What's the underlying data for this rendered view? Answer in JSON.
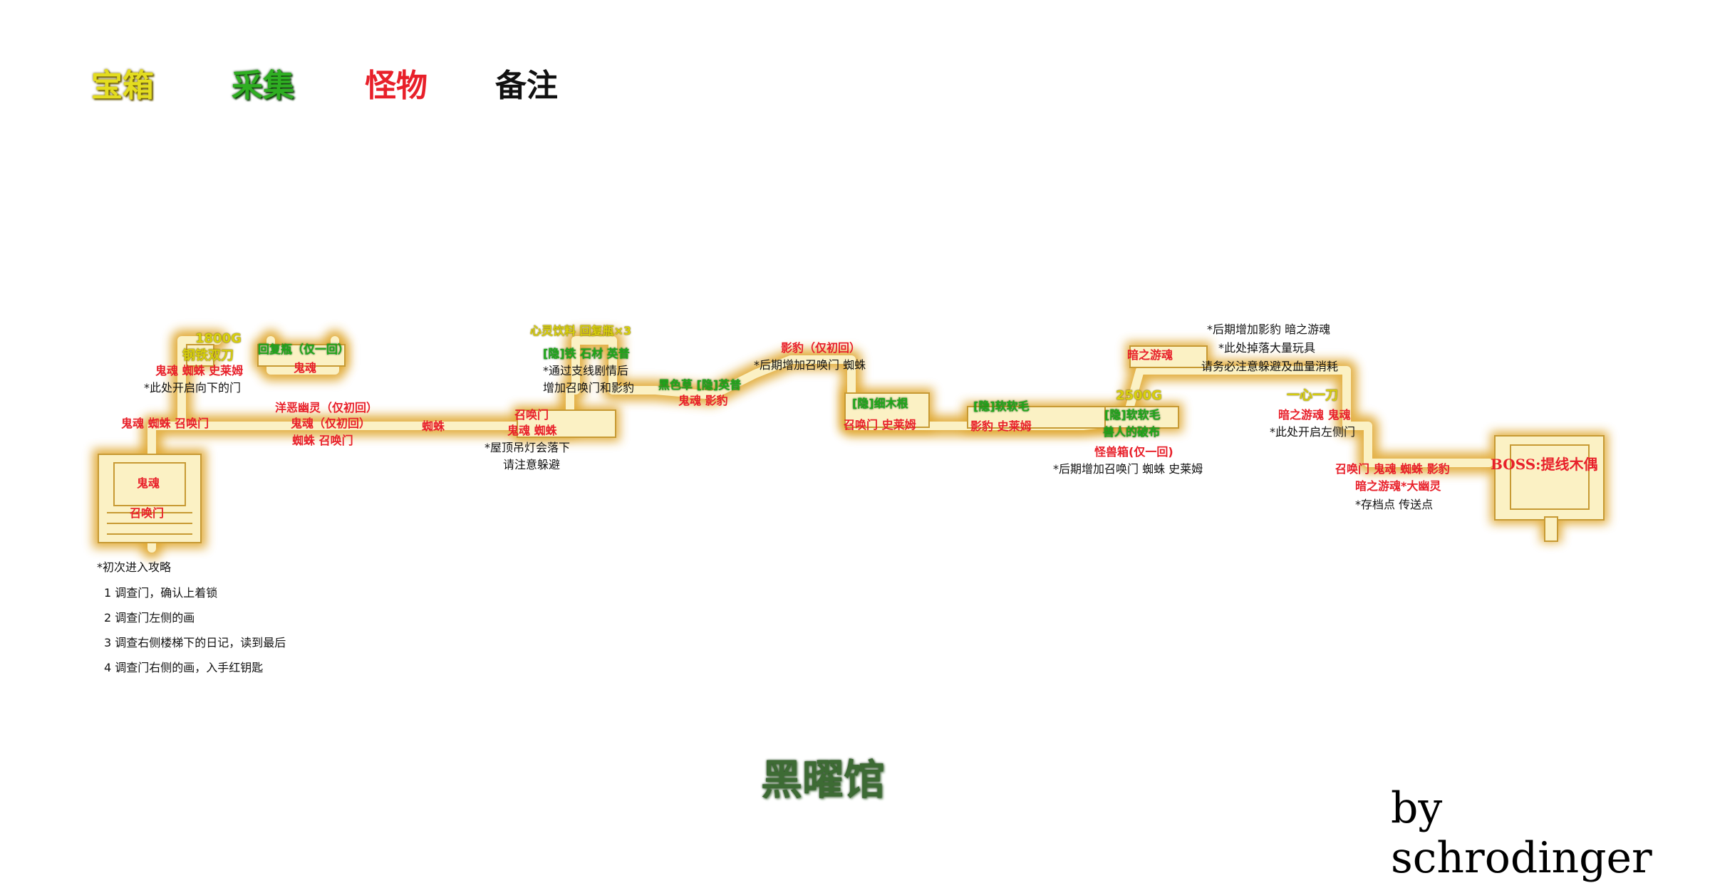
{
  "legend": {
    "chest": "宝箱",
    "gather": "采集",
    "monster": "怪物",
    "note": "备注"
  },
  "colors": {
    "chest": "#e3dc20",
    "gather": "#2fae22",
    "monster": "#e8202a",
    "note": "#111111",
    "path_glow": "#f0c040",
    "path_fill": "#fbf1c4"
  },
  "map_title": "黑曜馆",
  "credit": "by schrodinger",
  "labels": {
    "a1": "1800G",
    "a2": "钢铁双刀",
    "a3": "回复瓶（仅一回）",
    "a4": "鬼魂",
    "a5": "鬼魂 蜘蛛 史莱姆",
    "a6": "*此处开启向下的门",
    "a7": "鬼魂 蜘蛛 召唤门",
    "a8": "洋恶幽灵（仅初回）",
    "a9": "鬼魂（仅初回）",
    "a10": "蜘蛛 召唤门",
    "a11": "蜘蛛",
    "a12": "鬼魂",
    "a13": "召唤门",
    "b1": "心灵饮料 回复瓶×3",
    "b2": "[隐]铁 石材 英普",
    "b3": "*通过支线剧情后",
    "b4": "增加召唤门和影豹",
    "b5": "召唤门",
    "b6": "鬼魂 蜘蛛",
    "b7": "*屋顶吊灯会落下",
    "b8": "请注意躲避",
    "c1": "影豹（仅初回）",
    "c2": "*后期增加召唤门 蜘蛛",
    "c3": "黑色草 [隐]英普",
    "c4": "鬼魂 影豹",
    "d1": "[隐]细木根",
    "d2": "召唤门 史莱姆",
    "d3": "[隐]软软毛",
    "d4": "影豹 史莱姆",
    "e1": "暗之游魂",
    "e2": "2500G",
    "e3": "[隐]软软毛",
    "e4": "兽人的破布",
    "e5": "怪兽箱(仅一回)",
    "e6": "*后期增加召唤门 蜘蛛 史莱姆",
    "f1": "*后期增加影豹 暗之游魂",
    "f2": "*此处掉落大量玩具",
    "f3": "请务必注意躲避及血量消耗",
    "f4": "一心一刀",
    "f5": "暗之游魂 鬼魂",
    "f6": "*此处开启左侧门",
    "g1": "召唤门 鬼魂 蜘蛛 影豹",
    "g2": "暗之游魂*大幽灵",
    "g3": "*存档点 传送点",
    "boss": "BOSS:提线木偶"
  },
  "first_entry_guide": {
    "title": "*初次进入攻略",
    "steps": [
      "1 调查门，确认上着锁",
      "2 调查门左侧的画",
      "3 调查右侧楼梯下的日记，读到最后",
      "4 调查门右侧的画，入手红钥匙"
    ]
  }
}
